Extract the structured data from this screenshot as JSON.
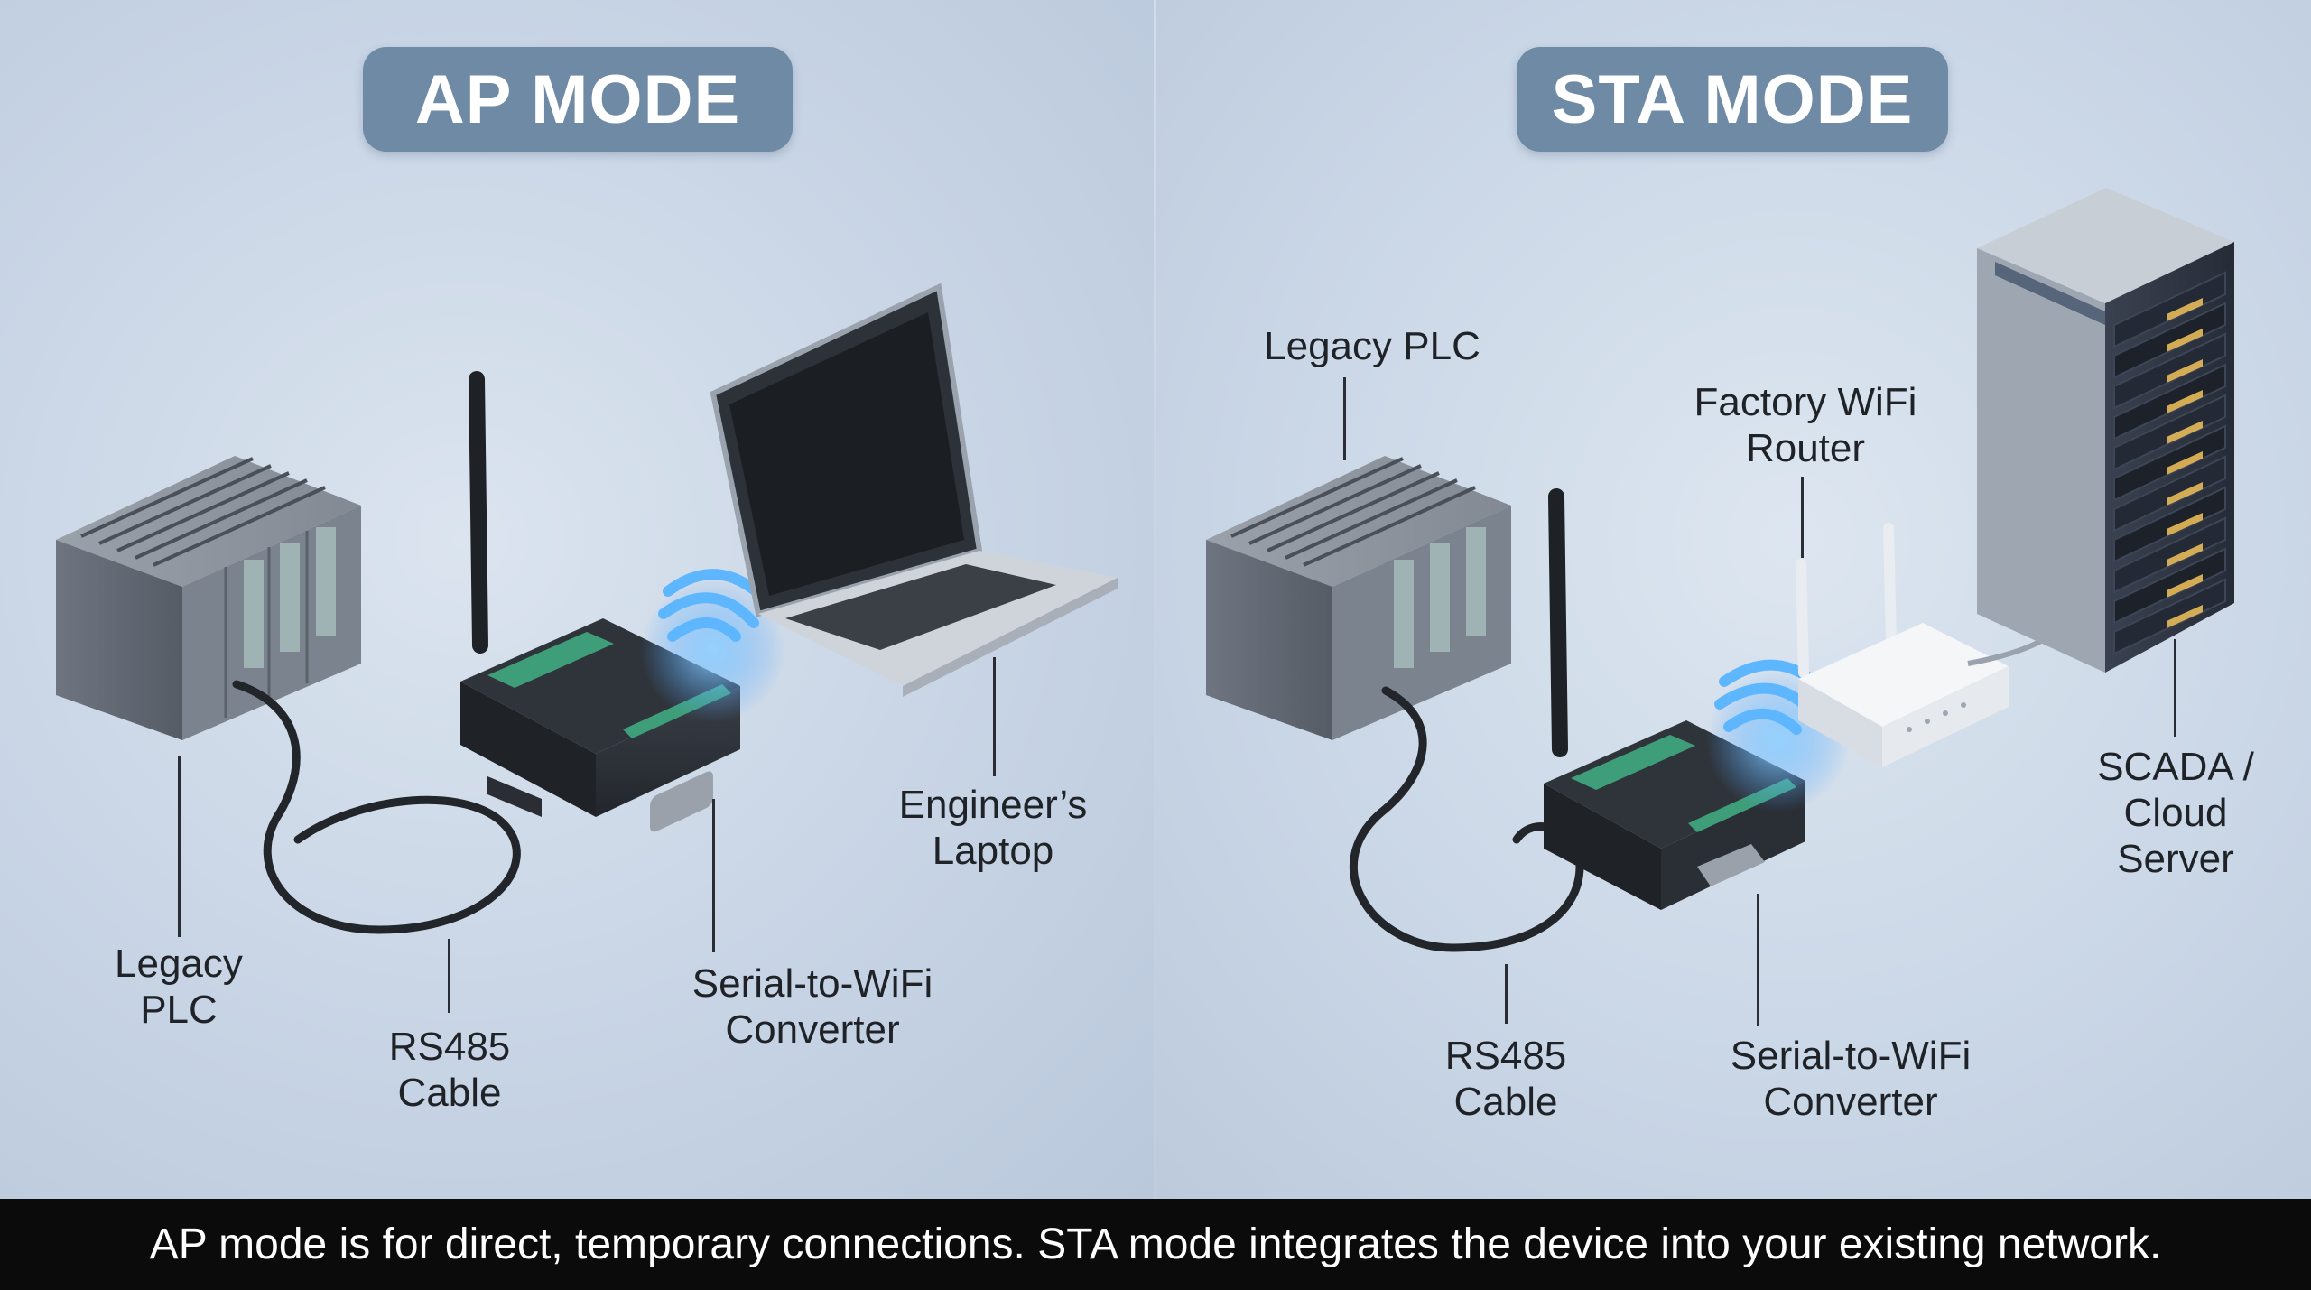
{
  "ap": {
    "title": "AP MODE",
    "labels": {
      "plc": "Legacy\nPLC",
      "cable": "RS485\nCable",
      "converter": "Serial-to-WiFi\nConverter",
      "laptop": "Engineer’s\nLaptop"
    }
  },
  "sta": {
    "title": "STA MODE",
    "labels": {
      "plc": "Legacy PLC",
      "router": "Factory WiFi\nRouter",
      "server": "SCADA /\nCloud\nServer",
      "cable": "RS485\nCable",
      "converter": "Serial-to-WiFi\nConverter"
    }
  },
  "caption": "AP mode is for direct, temporary connections. STA mode integrates the device into your existing network.",
  "colors": {
    "pill": "#6f8aa5",
    "converter_accent": "#3f9e7a",
    "wifi_glow": "#4aa3ff",
    "server_glow": "#f3c35a"
  },
  "icons": [
    "plc-rack-icon",
    "converter-icon",
    "antenna-icon",
    "laptop-icon",
    "wifi-waves-icon",
    "router-icon",
    "server-rack-icon",
    "rs485-cable-icon"
  ]
}
